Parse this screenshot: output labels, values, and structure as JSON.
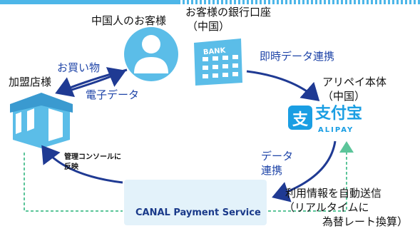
{
  "nodes": {
    "customer": "中国人のお客様",
    "bank_line1": "お客様の銀行口座",
    "bank_line2": "（中国）",
    "bank_sign": "BANK",
    "alipay_line1": "アリペイ本体",
    "alipay_line2": "（中国）",
    "alipay_logo_cn": "支付宝",
    "alipay_logo_en": "ALIPAY",
    "merchant": "加盟店様",
    "canal": "CANAL Payment Service"
  },
  "edges": {
    "shopping": "お買い物",
    "edata": "電子データ",
    "instant_link": "即時データ連携",
    "data_link_1": "データ",
    "data_link_2": "連携",
    "console_1": "管理コンソールに",
    "console_2": "反映",
    "auto_send_1": "利用情報を自動送信",
    "auto_send_2": "（リアルタイムに",
    "auto_send_3": "為替レート換算）"
  },
  "colors": {
    "arrow": "#1f3a93",
    "icon": "#5bbde8",
    "dashed": "#5cc59a",
    "alipay": "#1a9ee3"
  }
}
